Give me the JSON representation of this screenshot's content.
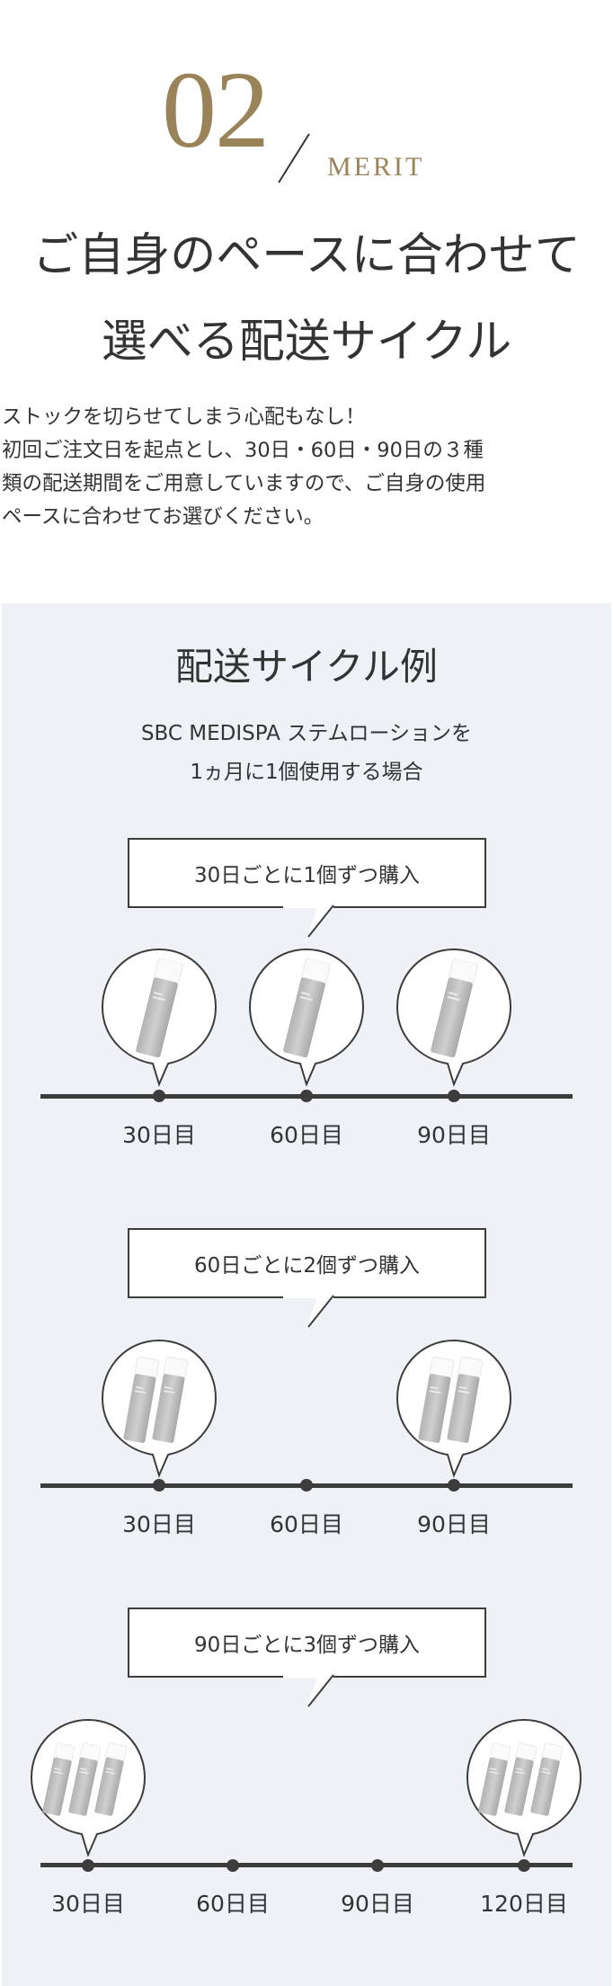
{
  "colors": {
    "accent_gold": "#9a8358",
    "text": "#333333",
    "panel_bg": "#eef2f7",
    "line": "#3c3c3c"
  },
  "header": {
    "number": "02",
    "label": "MERIT",
    "title_line1": "ご自身のペースに合わせて",
    "title_line2": "選べる配送サイクル"
  },
  "lead": {
    "lines": [
      "ストックを切らせてしまう心配もなし！",
      "初回ご注文日を起点とし、30日・60日・90日の３種",
      "類の配送期間をご用意していますので、ご自身の使用",
      "ペースに合わせてお選びください。"
    ]
  },
  "panel": {
    "title": "配送サイクル例",
    "subtitle_line1": "SBC MEDISPA ステムローションを",
    "subtitle_line2": "1ヵ月に1個使用する場合"
  },
  "examples": [
    {
      "callout": "30日ごとに1個ずつ購入",
      "ticks": [
        "30日目",
        "60日目",
        "90日目"
      ],
      "deliveries": [
        {
          "tick": "30日目",
          "bottles": 1
        },
        {
          "tick": "60日目",
          "bottles": 1
        },
        {
          "tick": "90日目",
          "bottles": 1
        }
      ],
      "product_icon": "lotion-bottle-icon"
    },
    {
      "callout": "60日ごとに2個ずつ購入",
      "ticks": [
        "30日目",
        "60日目",
        "90日目"
      ],
      "deliveries": [
        {
          "tick": "30日目",
          "bottles": 2
        },
        {
          "tick": "90日目",
          "bottles": 2
        }
      ],
      "product_icon": "lotion-bottle-icon"
    },
    {
      "callout": "90日ごとに3個ずつ購入",
      "ticks": [
        "30日目",
        "60日目",
        "90日目",
        "120日目"
      ],
      "deliveries": [
        {
          "tick": "30日目",
          "bottles": 3
        },
        {
          "tick": "120日目",
          "bottles": 3
        }
      ],
      "product_icon": "lotion-bottle-icon"
    }
  ]
}
